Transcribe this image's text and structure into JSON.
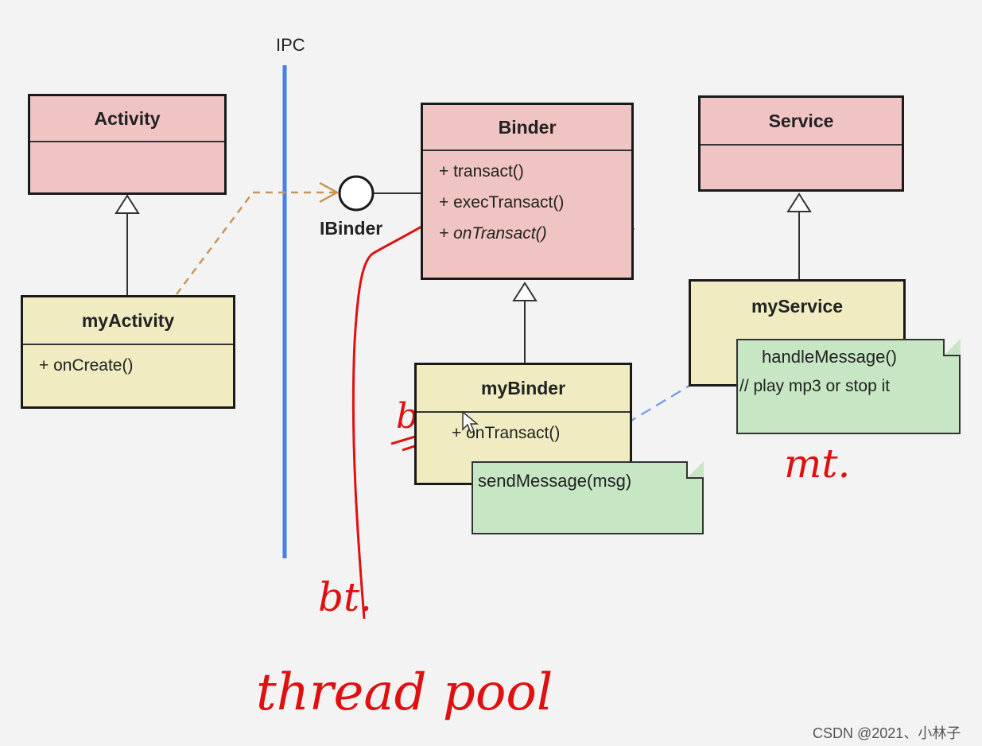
{
  "ipc_label": "IPC",
  "ibinder_label": "IBinder",
  "classes": {
    "activity": {
      "name": "Activity"
    },
    "binder": {
      "name": "Binder",
      "ops": [
        "+ transact()",
        "+ execTransact()",
        "+ onTransact()"
      ]
    },
    "service": {
      "name": "Service"
    },
    "my_activity": {
      "name": "myActivity",
      "ops": [
        "+ onCreate()"
      ]
    },
    "my_binder": {
      "name": "myBinder",
      "ops": [
        "+ onTransact()"
      ]
    },
    "my_service": {
      "name": "myService"
    }
  },
  "notes": {
    "send_message": {
      "line1": "sendMessage(msg)"
    },
    "handle_message": {
      "line1": "handleMessage()",
      "line2": "// play mp3 or stop it"
    }
  },
  "handwriting": {
    "bt_label": "bt",
    "mt_label": "mt.",
    "bt_bottom_label": "bt.",
    "thread_pool": "thread pool"
  },
  "watermark": "CSDN @2021、小林子",
  "colors": {
    "abstract_class": "#efc4c2",
    "concrete_class": "#f0ebc0",
    "note": "#c6e6c4",
    "ipc_line": "#4a7fe6",
    "annotation_red": "#e01010",
    "dependency_arrow": "#c8965a"
  }
}
